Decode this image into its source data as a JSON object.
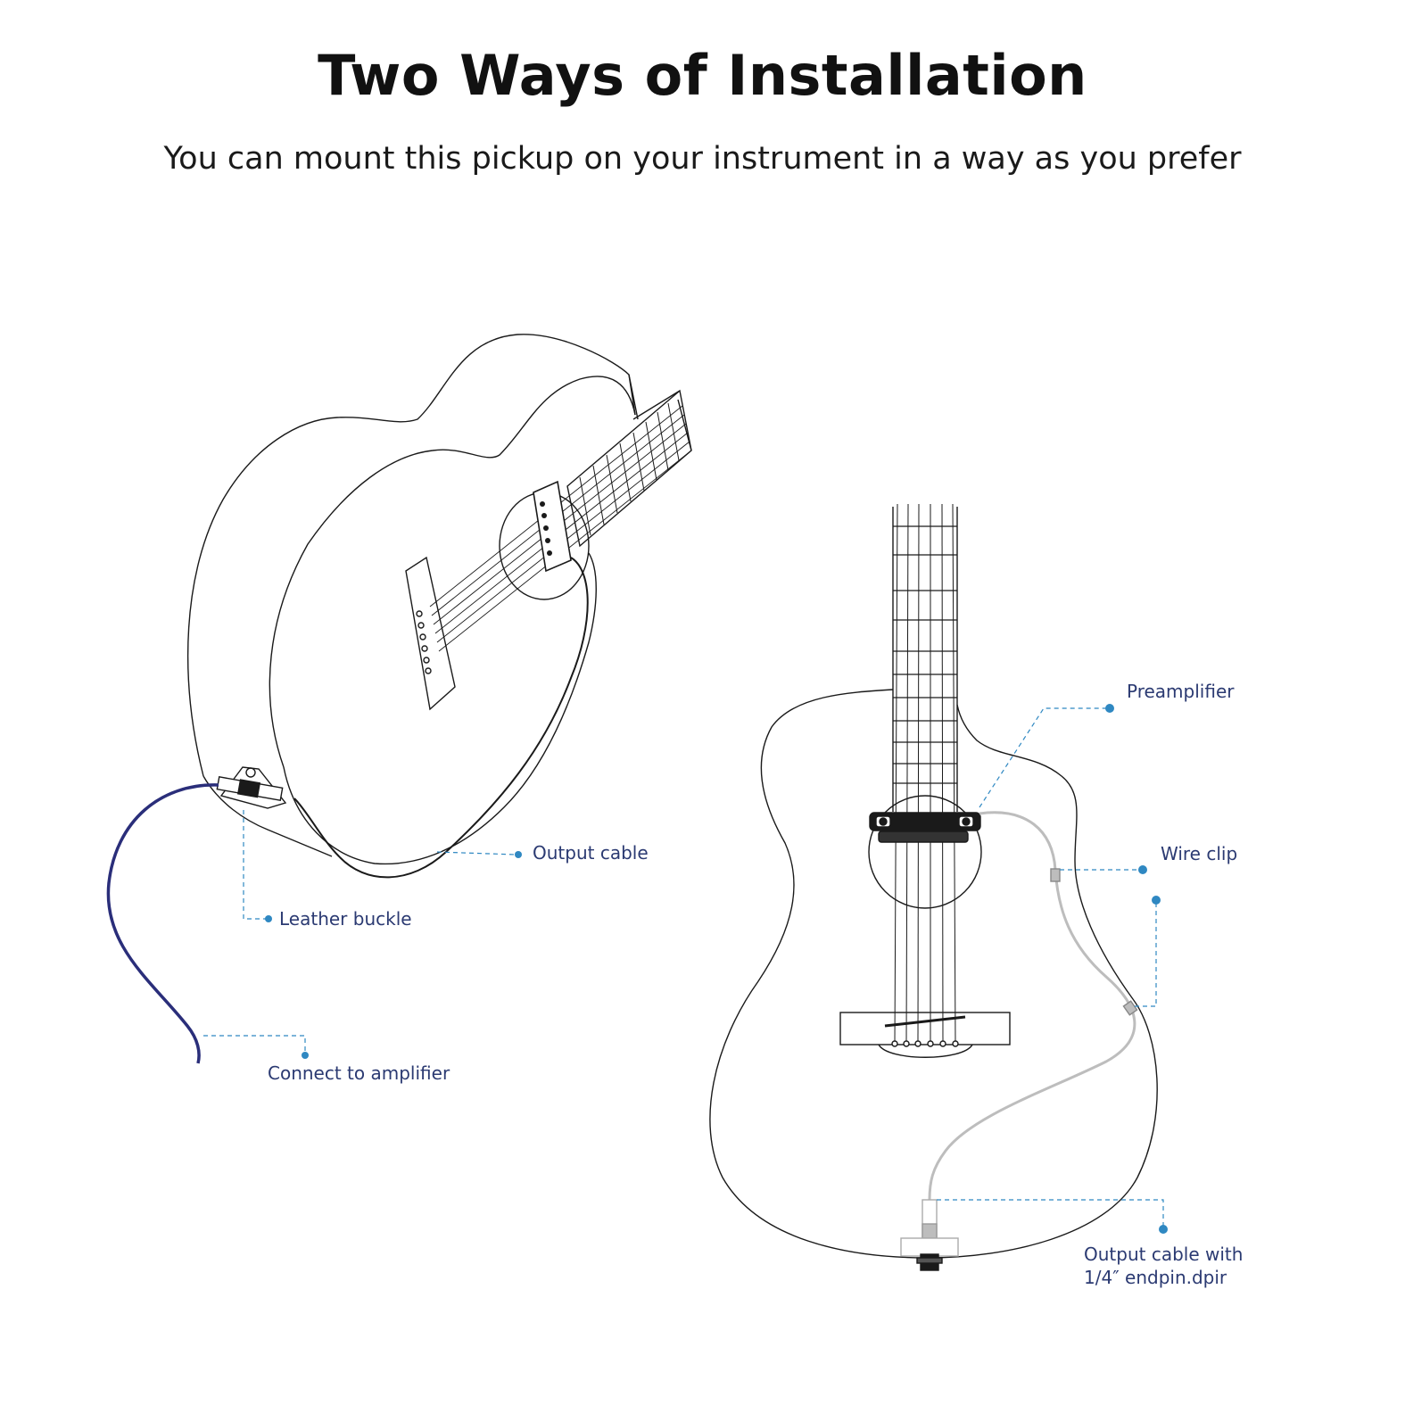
{
  "title": "Two Ways of Installation",
  "subtitle": "You can mount this pickup on your instrument in a way as you prefer",
  "colors": {
    "outline": "#1a1a1a",
    "callout": "#2f88c2",
    "label": "#2b3a72",
    "amp_cable": "#2a2e7a",
    "grey_cable": "#bdbdbd"
  },
  "left_guitar": {
    "labels": {
      "output_cable": "Output cable",
      "leather_buckle": "Leather buckle",
      "connect_to_amplifier": "Connect to amplifier"
    }
  },
  "right_guitar": {
    "labels": {
      "preamplifier": "Preamplifier",
      "wire_clip": "Wire clip",
      "output_cable_endpin_line1": "Output cable with",
      "output_cable_endpin_line2": "1/4″   endpin.dpir"
    }
  }
}
